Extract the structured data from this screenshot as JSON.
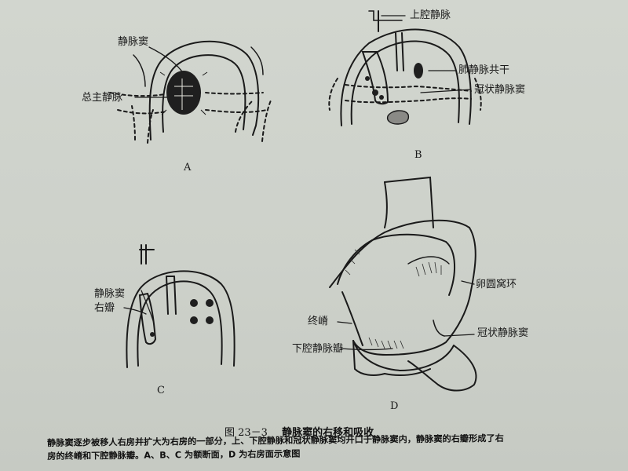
{
  "figure": {
    "labels": {
      "a_sinus_venosus": "静脉窦",
      "a_common_cardinal_vein": "总主静脉",
      "b_superior_vena_cava": "上腔静脉",
      "b_pulmonary_trunk": "肺静脉共干",
      "b_coronary_sinus": "冠状静脉窦",
      "c_sinus_valve_line1": "静脉窦",
      "c_sinus_valve_line2": "右瓣",
      "d_limbus_fossa_ovalis": "卵圆窝环",
      "d_crista_terminalis": "终嵴",
      "d_coronary_sinus": "冠状静脉窦",
      "d_ivc_valve": "下腔静脉瓣"
    },
    "panel_letters": [
      "A",
      "B",
      "C",
      "D"
    ],
    "caption_number": "图 23－3",
    "caption_title": "静脉窦的右移和吸收",
    "description_lines": [
      "静脉窦逐步被移人右房并扩大为右房的一部分，上、下腔静脉和冠状静脉窦均开口于静脉窦内，静脉窦的右瓣形成了右",
      "房的终嵴和下腔静脉瓣。A、B、C 为额断面，D 为右房面示意图"
    ]
  }
}
